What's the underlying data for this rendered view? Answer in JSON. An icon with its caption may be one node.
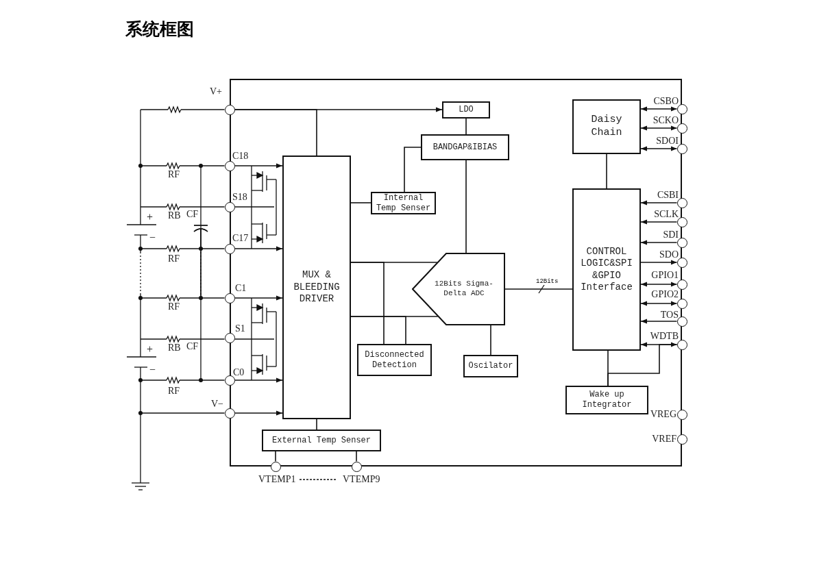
{
  "diagram": {
    "title": "系统框图",
    "nodes": [
      {
        "text": [],
        "shape": "box"
      },
      {
        "text": [
          "LDO"
        ],
        "in": 0
      },
      {
        "text": [
          "BANDGAP&IBIAS"
        ],
        "in": 0
      },
      {
        "text": [
          "Daisy Chain"
        ],
        "in": 0
      },
      {
        "text": [
          "Internal Temp Senser"
        ],
        "in": 0
      },
      {
        "text": [
          "CONTROL LOGIC&SPI &GPIO Interface"
        ],
        "in": 0
      },
      {
        "text": [
          "MUX & BLEEDING DRIVER"
        ],
        "in": 0
      },
      {
        "text": [
          "12Bits Sigma-Delta ADC"
        ],
        "in": 0
      },
      {
        "text": [
          "Disconnected Detection"
        ],
        "in": 0
      },
      {
        "text": [
          "Oscilator"
        ],
        "in": 0
      },
      {
        "text": [
          "Wake up Integrator"
        ],
        "in": 0
      },
      {
        "text": [
          "External Temp Senser"
        ],
        "in": 0
      },
      {
        "text": [],
        "shape": "circle",
        "beside": [
          "V+"
        ]
      },
      {
        "text": [],
        "shape": "circle",
        "beside": [
          "C18"
        ]
      },
      {
        "text": [],
        "shape": "circle",
        "beside": [
          "S18"
        ]
      },
      {
        "text": [],
        "shape": "circle",
        "beside": [
          "C17"
        ]
      },
      {
        "text": [],
        "shape": "circle",
        "beside": [
          "C1"
        ]
      },
      {
        "text": [],
        "shape": "circle",
        "beside": [
          "S1"
        ]
      },
      {
        "text": [],
        "shape": "circle",
        "beside": [
          "C0"
        ]
      },
      {
        "text": [],
        "shape": "circle",
        "beside": [
          "V−"
        ]
      },
      {
        "text": [],
        "shape": "circle",
        "beside": [
          "CSBO"
        ]
      },
      {
        "text": [],
        "shape": "circle",
        "beside": [
          "SCKO"
        ]
      },
      {
        "text": [],
        "shape": "circle",
        "beside": [
          "SDOI"
        ]
      },
      {
        "text": [],
        "shape": "circle",
        "beside": [
          "CSBI"
        ]
      },
      {
        "text": [],
        "shape": "circle",
        "beside": [
          "SCLK"
        ]
      },
      {
        "text": [],
        "shape": "circle",
        "beside": [
          "SDI"
        ]
      },
      {
        "text": [],
        "shape": "circle",
        "beside": [
          "SDO"
        ]
      },
      {
        "text": [],
        "shape": "circle",
        "beside": [
          "GPIO1"
        ]
      },
      {
        "text": [],
        "shape": "circle",
        "beside": [
          "GPIO2"
        ]
      },
      {
        "text": [],
        "shape": "circle",
        "beside": [
          "TOS"
        ]
      },
      {
        "text": [],
        "shape": "circle",
        "beside": [
          "WDTB"
        ]
      },
      {
        "text": [],
        "shape": "circle",
        "beside": [
          "VREG"
        ]
      },
      {
        "text": [],
        "shape": "circle",
        "beside": [
          "VREF"
        ]
      },
      {
        "text": [],
        "shape": "circle",
        "beside": [
          "VTEMP1"
        ]
      },
      {
        "text": [],
        "shape": "circle",
        "beside": [
          "VTEMP9"
        ]
      }
    ],
    "edges": [
      {
        "from": 12,
        "to": 1,
        "arrow": "to"
      },
      {
        "from": 12,
        "to": 6,
        "arrow": "none"
      },
      {
        "from": 1,
        "to": 2,
        "arrow": "none"
      },
      {
        "from": 2,
        "to": 4,
        "arrow": "none"
      },
      {
        "from": 2,
        "to": 7,
        "arrow": "none"
      },
      {
        "from": 6,
        "to": 4,
        "arrow": "none"
      },
      {
        "from": 6,
        "to": 7,
        "arrow": "none"
      },
      {
        "from": 6,
        "to": 7,
        "arrow": "none"
      },
      {
        "from": 6,
        "to": 8,
        "arrow": "none"
      },
      {
        "from": 6,
        "to": 8,
        "arrow": "none"
      },
      {
        "from": 7,
        "to": 9,
        "arrow": "none"
      },
      {
        "from": 7,
        "to": 5,
        "arrow": "none",
        "label": "12Bits"
      },
      {
        "from": 3,
        "to": 5,
        "arrow": "none"
      },
      {
        "from": 3,
        "to": 20,
        "arrow": "both"
      },
      {
        "from": 3,
        "to": 21,
        "arrow": "both"
      },
      {
        "from": 3,
        "to": 22,
        "arrow": "both"
      },
      {
        "from": 23,
        "to": 5,
        "arrow": "to"
      },
      {
        "from": 24,
        "to": 5,
        "arrow": "to"
      },
      {
        "from": 25,
        "to": 5,
        "arrow": "to"
      },
      {
        "from": 5,
        "to": 26,
        "arrow": "to"
      },
      {
        "from": 5,
        "to": 27,
        "arrow": "both"
      },
      {
        "from": 5,
        "to": 28,
        "arrow": "both"
      },
      {
        "from": 29,
        "to": 5,
        "arrow": "to"
      },
      {
        "from": 5,
        "to": 30,
        "arrow": "both"
      },
      {
        "from": 5,
        "to": 10,
        "arrow": "none"
      },
      {
        "from": 10,
        "to": 30,
        "arrow": "none"
      },
      {
        "from": 6,
        "to": 11,
        "arrow": "none"
      },
      {
        "from": 11,
        "to": 33,
        "arrow": "none"
      },
      {
        "from": 11,
        "to": 34,
        "arrow": "none"
      },
      {
        "from": 13,
        "to": 6,
        "arrow": "to"
      },
      {
        "from": 15,
        "to": 6,
        "arrow": "to"
      },
      {
        "from": 16,
        "to": 6,
        "arrow": "to"
      },
      {
        "from": 18,
        "to": 6,
        "arrow": "to"
      },
      {
        "from": 19,
        "to": 6,
        "arrow": "to"
      }
    ],
    "labels": [
      "RF",
      "+",
      "RB",
      "CF",
      "−",
      "RF",
      "RF",
      "+",
      "RB",
      "CF",
      "−",
      "RF"
    ]
  }
}
